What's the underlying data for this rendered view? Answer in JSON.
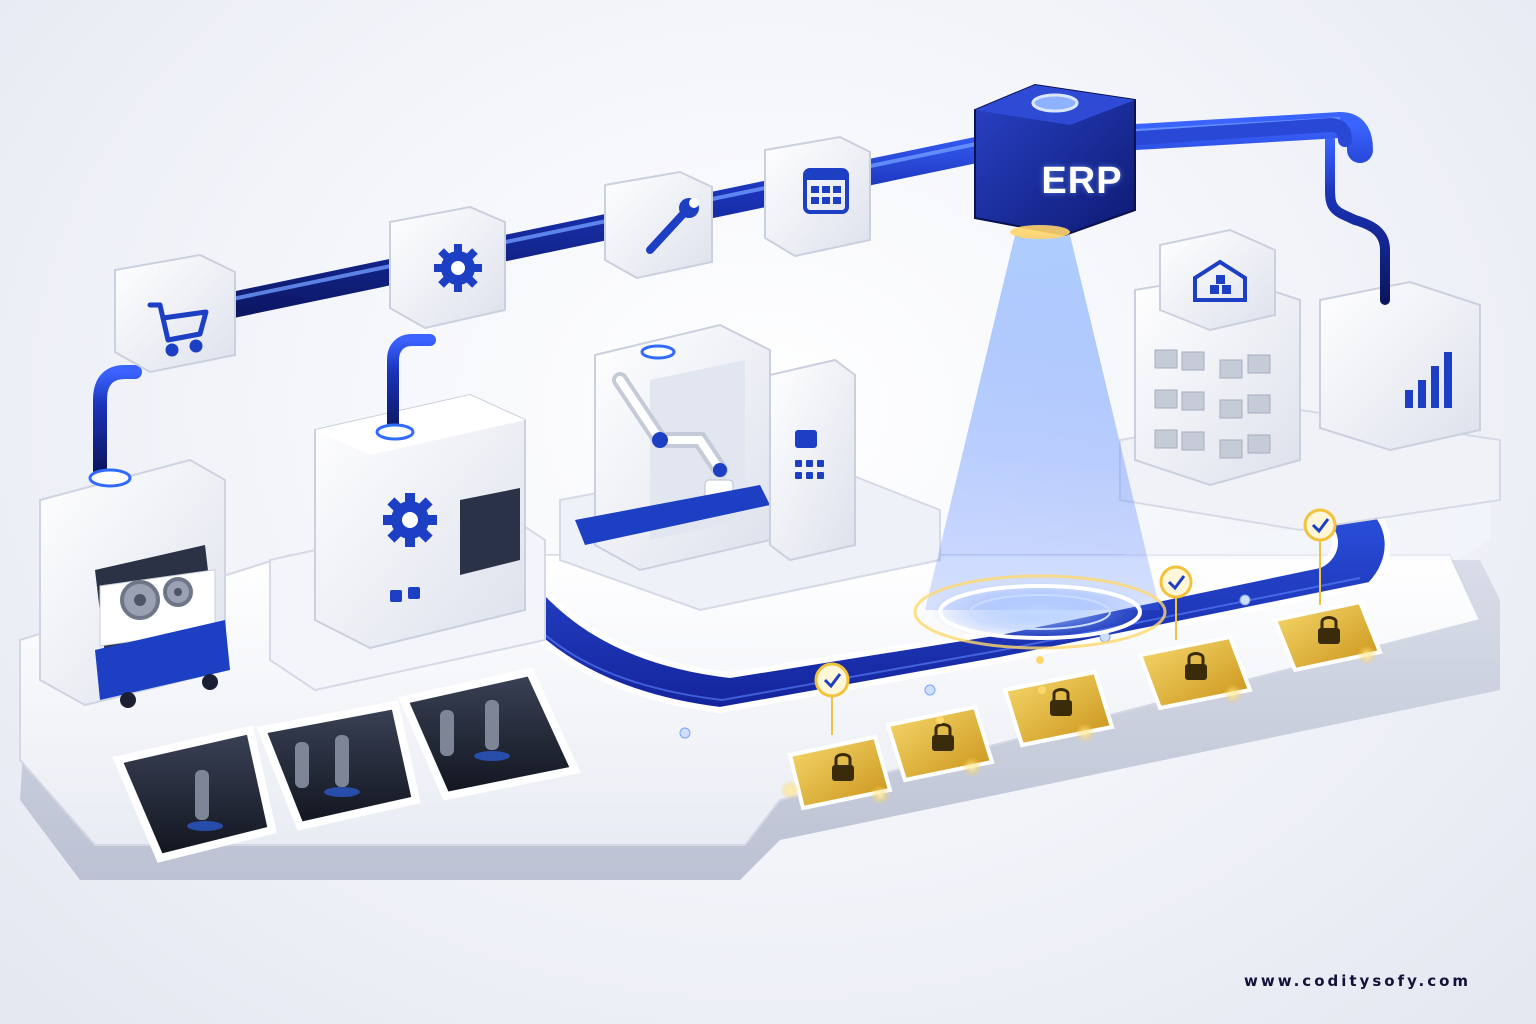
{
  "hub": {
    "label": "ERP"
  },
  "footer": {
    "website": "www.coditysofy.com"
  },
  "modules": [
    {
      "name": "sales",
      "icon": "shopping-cart-icon"
    },
    {
      "name": "production",
      "icon": "gear-icon"
    },
    {
      "name": "maintenance",
      "icon": "wrench-icon"
    },
    {
      "name": "planning",
      "icon": "calendar-icon"
    },
    {
      "name": "warehouse",
      "icon": "warehouse-icon"
    },
    {
      "name": "analytics",
      "icon": "bar-chart-icon"
    }
  ],
  "colors": {
    "accent": "#1c3fc4",
    "navy": "#14238f",
    "gold": "#e9bd3c",
    "white": "#ffffff",
    "background": "#eef0f6"
  }
}
